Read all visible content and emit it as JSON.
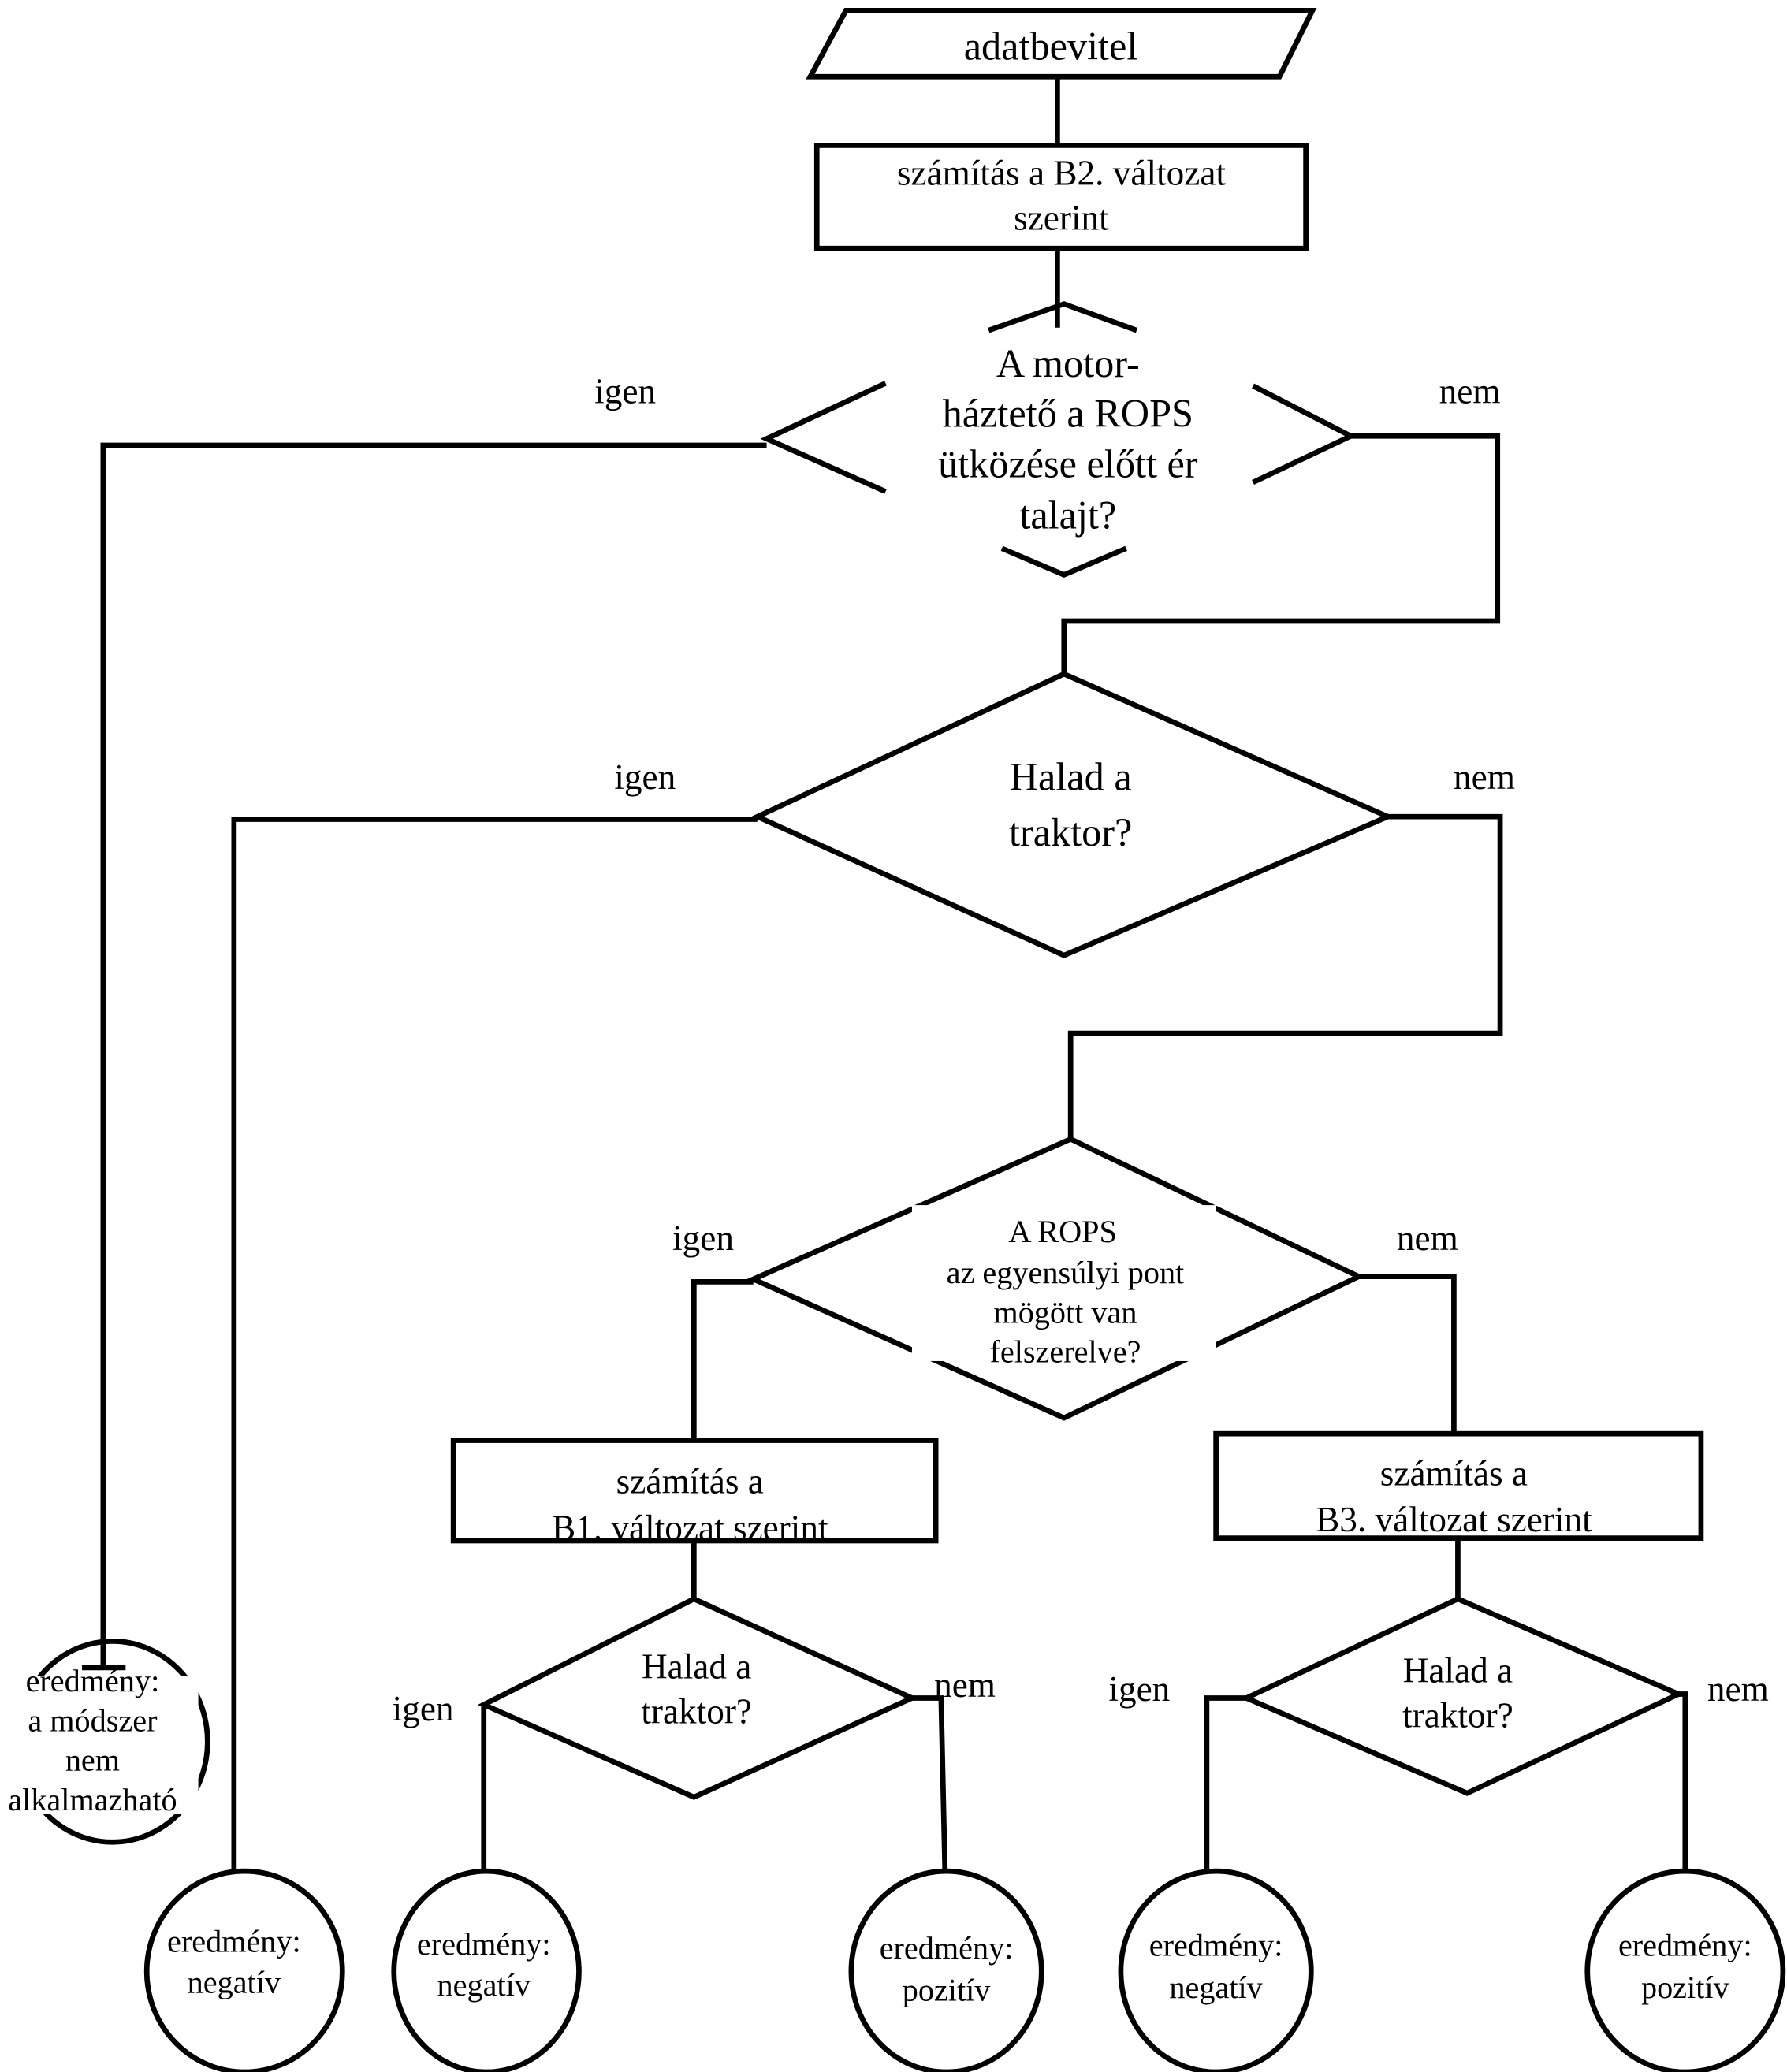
{
  "input": {
    "label": "adatbevitel"
  },
  "calc_b2": {
    "line1": "számítás a B2. változat",
    "line2": "szerint"
  },
  "decision1": {
    "lines": [
      "A motor-",
      "háztető a ROPS",
      "ütközése előtt ér",
      "talajt?"
    ],
    "yes": "igen",
    "no": "nem"
  },
  "decision2": {
    "lines": [
      "Halad a",
      "traktor?"
    ],
    "yes": "igen",
    "no": "nem"
  },
  "decision3": {
    "lines": [
      "A ROPS",
      "az egyensúlyi pont",
      "mögött van",
      "felszerelve?"
    ],
    "yes": "igen",
    "no": "nem"
  },
  "calc_b1": {
    "line1": "számítás a",
    "line2": "B1. változat szerint"
  },
  "calc_b3": {
    "line1": "számítás a",
    "line2": "B3. változat szerint"
  },
  "decision4": {
    "lines": [
      "Halad a",
      "traktor?"
    ],
    "yes": "igen",
    "no": "nem"
  },
  "decision5": {
    "lines": [
      "Halad a",
      "traktor?"
    ],
    "yes": "igen",
    "no": "nem"
  },
  "results": {
    "not_applicable": [
      "eredmény:",
      "a módszer",
      "nem",
      "alkalmazható"
    ],
    "r1": [
      "eredmény:",
      "negatív"
    ],
    "r2": [
      "eredmény:",
      "negatív"
    ],
    "r3": [
      "eredmény:",
      "pozitív"
    ],
    "r4": [
      "eredmény:",
      "negatív"
    ],
    "r5": [
      "eredmény:",
      "pozitív"
    ]
  }
}
